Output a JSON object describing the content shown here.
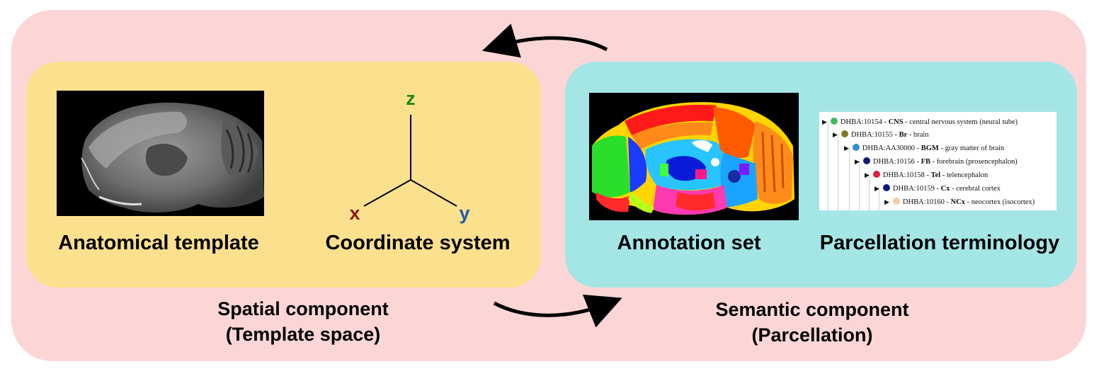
{
  "spatial": {
    "template_label": "Anatomical template",
    "coord_label": "Coordinate system",
    "component_title": "Spatial component",
    "component_subtitle": "(Template space)",
    "axes": {
      "z": "z",
      "x": "x",
      "y": "y"
    },
    "axis_colors": {
      "z": "#1d8a14",
      "x": "#8b1a1a",
      "y": "#1f5aa8"
    }
  },
  "semantic": {
    "annotation_label": "Annotation set",
    "terminology_label": "Parcellation terminology",
    "component_title": "Semantic component",
    "component_subtitle": "(Parcellation)",
    "tree": [
      {
        "id": "DHBA:10154",
        "abbr": "CNS",
        "name": "central nervous system (neural tube)",
        "color": "#3dbb5a"
      },
      {
        "id": "DHBA:10155",
        "abbr": "Br",
        "name": "brain",
        "color": "#7d7d1f"
      },
      {
        "id": "DHBA:AA30000",
        "abbr": "BGM",
        "name": "gray matter of brain",
        "color": "#2f8fcf"
      },
      {
        "id": "DHBA:10156",
        "abbr": "FB",
        "name": "forebrain (prosencephalon)",
        "color": "#0b1a7a"
      },
      {
        "id": "DHBA:10158",
        "abbr": "Tel",
        "name": "telencephalon",
        "color": "#d8233d"
      },
      {
        "id": "DHBA:10159",
        "abbr": "Cx",
        "name": "cerebral cortex",
        "color": "#0b1a7a"
      },
      {
        "id": "DHBA:10160",
        "abbr": "NCx",
        "name": "neocortex (isocortex)",
        "color": "#f6cba6"
      }
    ]
  },
  "colors": {
    "outer_bg": "#fcd6d7",
    "spatial_bg": "#fbe08e",
    "semantic_bg": "#a4e5e6"
  }
}
